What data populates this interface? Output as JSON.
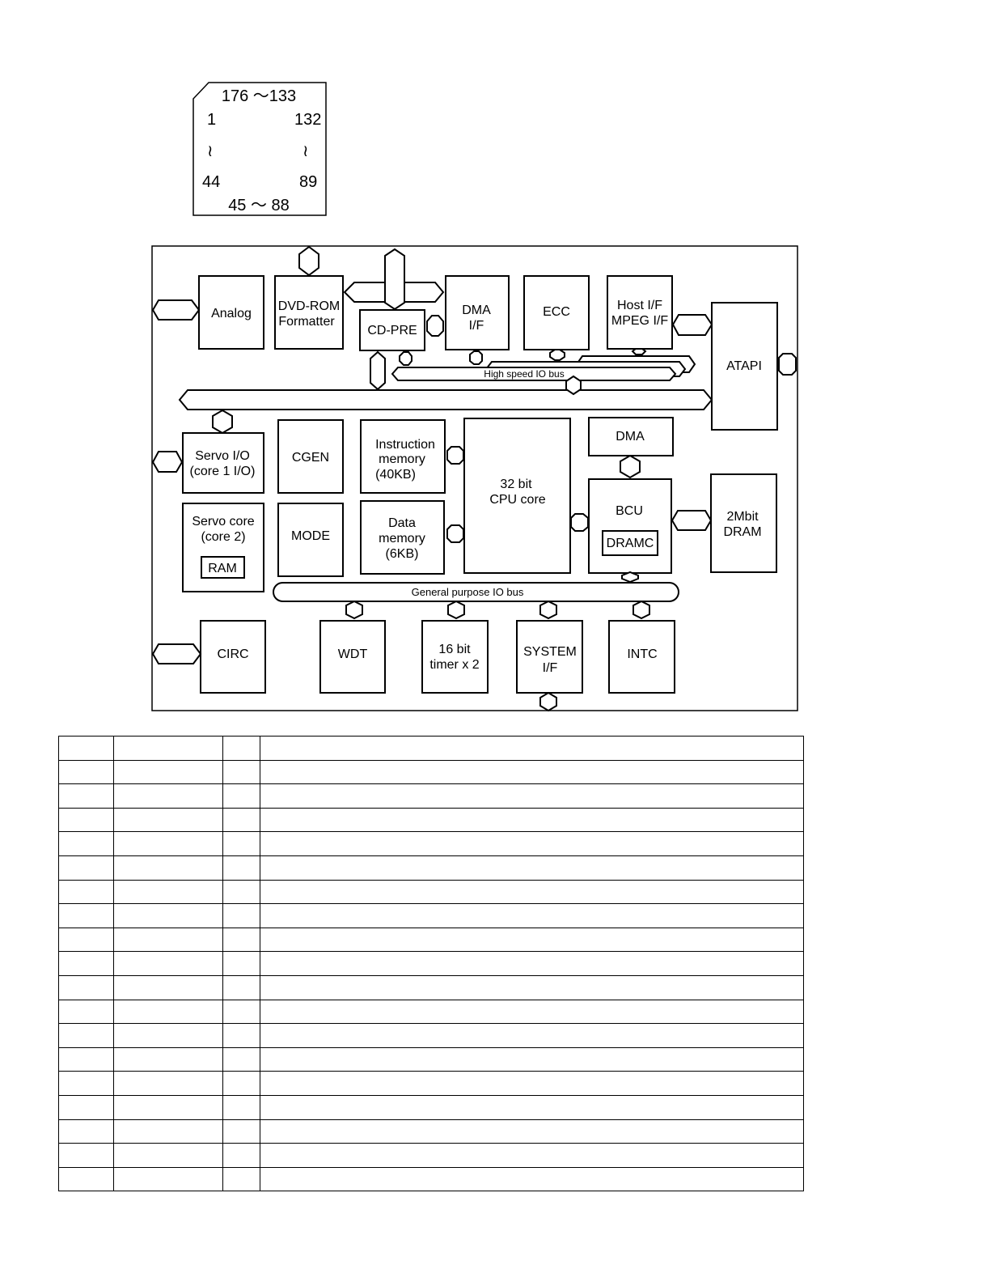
{
  "pin_layout": {
    "top": "176 ～133",
    "left_top": "1",
    "right_top": "132",
    "left_wave": "≀",
    "right_wave": "≀",
    "left_bottom": "44",
    "right_bottom": "89",
    "bottom": "45 ～ 88"
  },
  "diagram": {
    "blocks": {
      "analog": [
        "Analog"
      ],
      "dvdrom": [
        "DVD-ROM",
        "Formatter"
      ],
      "cdpre": [
        "CD-PRE"
      ],
      "dmaif": [
        "DMA",
        "I/F"
      ],
      "ecc": [
        "ECC"
      ],
      "host": [
        "Host I/F",
        "MPEG I/F"
      ],
      "atapi": [
        "ATAPI"
      ],
      "servoio": [
        "Servo I/O",
        "(core 1 I/O)"
      ],
      "cgen": [
        "CGEN"
      ],
      "instr": [
        "Instruction",
        "memory",
        "(40KB)"
      ],
      "cpu": [
        "32 bit",
        "CPU core"
      ],
      "dma": [
        "DMA"
      ],
      "servocore": [
        "Servo core",
        "(core 2)"
      ],
      "ram": [
        "RAM"
      ],
      "mode": [
        "MODE"
      ],
      "datamem": [
        "Data",
        "memory",
        "(6KB)"
      ],
      "bcu": [
        "BCU"
      ],
      "dramc": [
        "DRAMC"
      ],
      "dram": [
        "2Mbit",
        "DRAM"
      ],
      "circ": [
        "CIRC"
      ],
      "wdt": [
        "WDT"
      ],
      "timer": [
        "16 bit",
        "timer x 2"
      ],
      "sysif": [
        "SYSTEM",
        "I/F"
      ],
      "intc": [
        "INTC"
      ]
    },
    "buses": {
      "high_speed": "High speed IO bus",
      "general": "General purpose IO bus"
    }
  },
  "table": {
    "columns": 4,
    "rows": [
      [
        "",
        "",
        "",
        ""
      ],
      [
        "",
        "",
        "",
        ""
      ],
      [
        "",
        "",
        "",
        ""
      ],
      [
        "",
        "",
        "",
        ""
      ],
      [
        "",
        "",
        "",
        ""
      ],
      [
        "",
        "",
        "",
        ""
      ],
      [
        "",
        "",
        "",
        ""
      ],
      [
        "",
        "",
        "",
        ""
      ],
      [
        "",
        "",
        "",
        ""
      ],
      [
        "",
        "",
        "",
        ""
      ],
      [
        "",
        "",
        "",
        ""
      ],
      [
        "",
        "",
        "",
        ""
      ],
      [
        "",
        "",
        "",
        ""
      ],
      [
        "",
        "",
        "",
        ""
      ],
      [
        "",
        "",
        "",
        ""
      ],
      [
        "",
        "",
        "",
        ""
      ],
      [
        "",
        "",
        "",
        ""
      ],
      [
        "",
        "",
        "",
        ""
      ],
      [
        "",
        "",
        "",
        ""
      ]
    ]
  }
}
